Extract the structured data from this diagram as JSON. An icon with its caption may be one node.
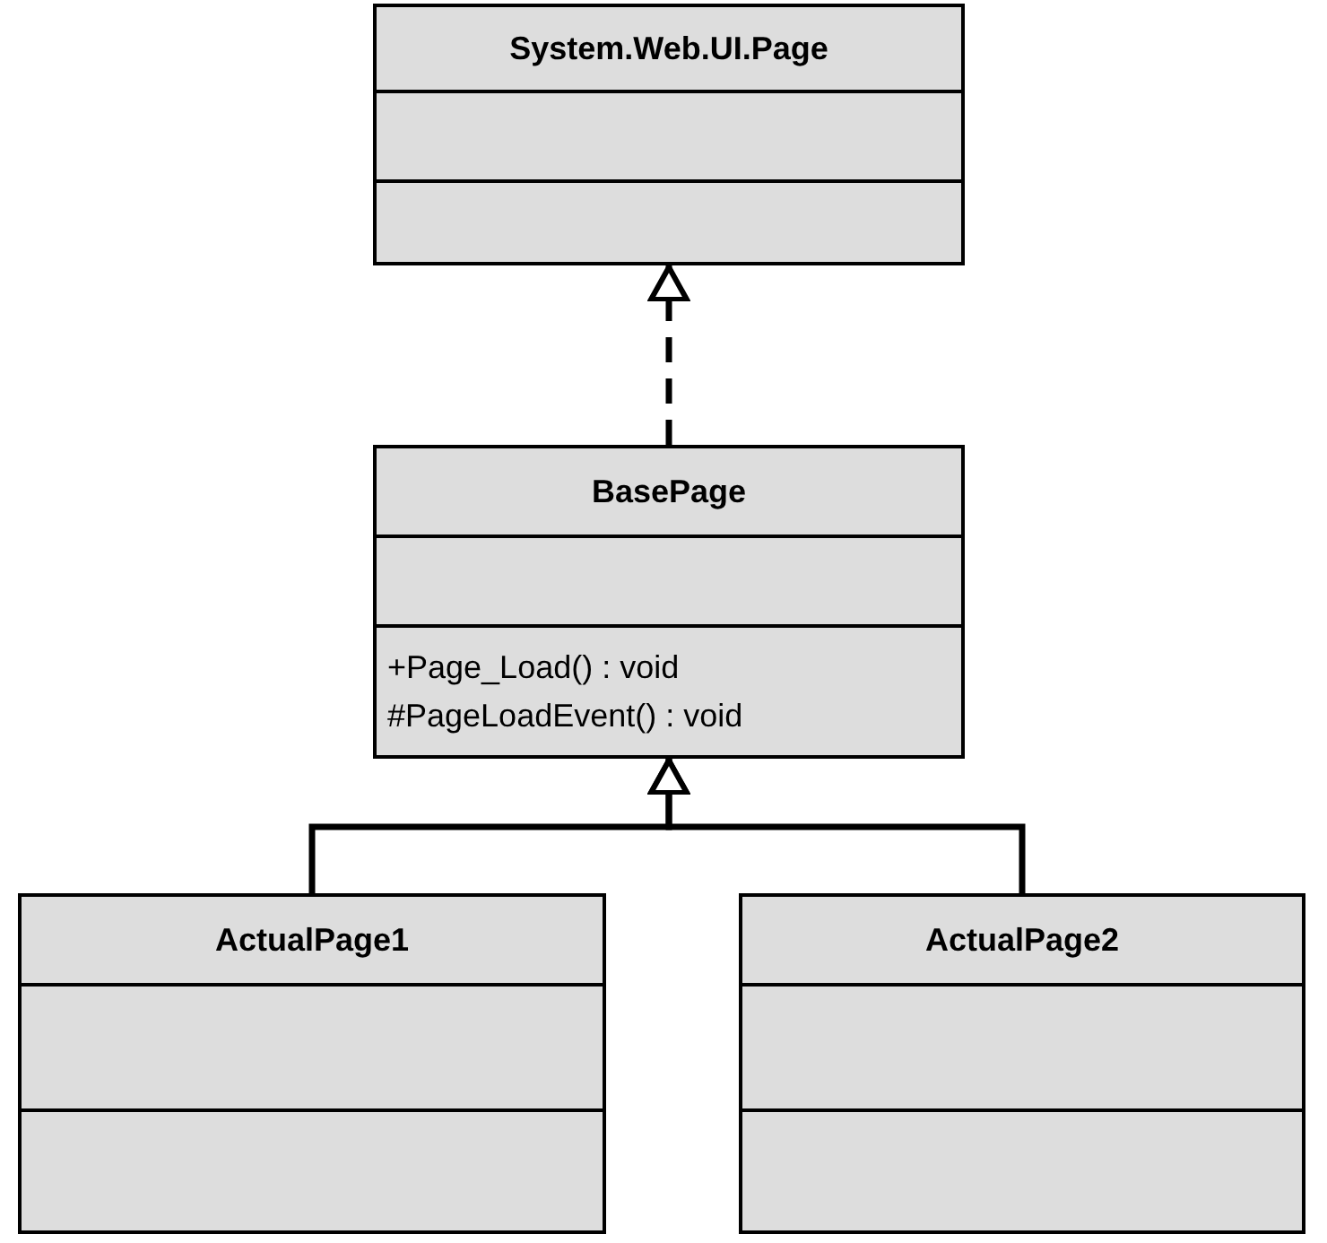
{
  "diagram": {
    "nodes": [
      {
        "text": [
          "System.Web.UI.Page"
        ]
      },
      {
        "text": [
          "BasePage",
          "+Page_Load() : void",
          "#PageLoadEvent() : void"
        ]
      },
      {
        "text": [
          "ActualPage1"
        ]
      },
      {
        "text": [
          "ActualPage2"
        ]
      }
    ],
    "edges": [
      {
        "from": 1,
        "to": 0,
        "arrow": "to",
        "style": "dashed"
      },
      {
        "from": 2,
        "to": 1,
        "arrow": "to"
      },
      {
        "from": 3,
        "to": 1,
        "arrow": "to"
      }
    ]
  }
}
